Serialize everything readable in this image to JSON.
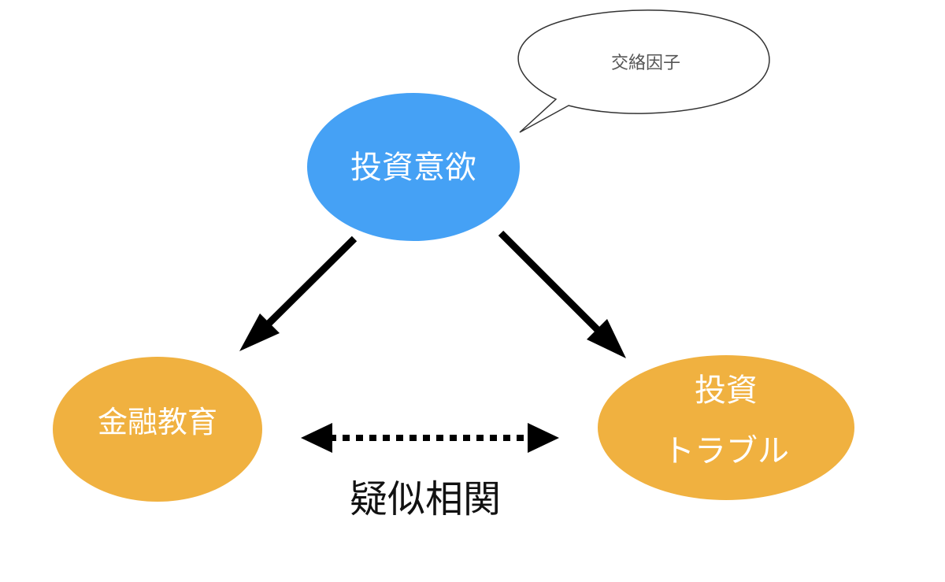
{
  "nodes": {
    "motivation": {
      "label": "投資意欲",
      "color": "#45a1f5"
    },
    "education": {
      "label": "金融教育",
      "color": "#f0b140"
    },
    "trouble": {
      "label_line1": "投資",
      "label_line2": "トラブル",
      "color": "#f0b140"
    }
  },
  "callout": {
    "label": "交絡因子"
  },
  "relation": {
    "label": "疑似相関"
  },
  "colors": {
    "arrow": "#000000",
    "background": "#ffffff"
  }
}
